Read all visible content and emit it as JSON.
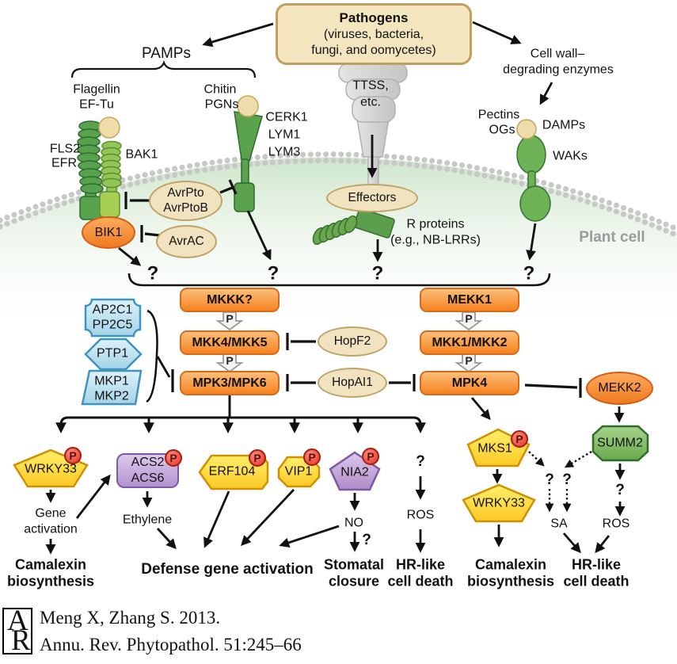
{
  "pathogens": {
    "title": "Pathogens",
    "sub1": "(viruses, bacteria,",
    "sub2": "fungi, and oomycetes)"
  },
  "labels": {
    "pamps": "PAMPs",
    "flagellin": "Flagellin",
    "eftu": "EF-Tu",
    "chitin": "Chitin",
    "pgns": "PGNs",
    "fls2": "FLS2",
    "efr": "EFR",
    "bak1": "BAK1",
    "cerk1": "CERK1",
    "lym1": "LYM1",
    "lym3": "LYM3",
    "cellwall1": "Cell wall–",
    "cellwall2": "degrading enzymes",
    "pectins": "Pectins",
    "ogs": "OGs",
    "damps": "DAMPs",
    "waks": "WAKs",
    "plant_cell": "Plant cell",
    "ttss1": "TTSS,",
    "ttss2": "etc.",
    "effectors": "Effectors",
    "rproteins1": "R proteins",
    "rproteins2": "(e.g., NB-LRRs)",
    "bik1": "BIK1",
    "avrpto1": "AvrPto",
    "avrpto2": "AvrPtoB",
    "avrac": "AvrAC",
    "hopf2": "HopF2",
    "hopai1": "HopAI1",
    "q": "?",
    "p": "P"
  },
  "kinases": {
    "mkkk": "MKKK?",
    "mkk45": "MKK4/MKK5",
    "mpk36": "MPK3/MPK6",
    "mekk1": "MEKK1",
    "mkk12": "MKK1/MKK2",
    "mpk4": "MPK4",
    "mekk2": "MEKK2",
    "summ2": "SUMM2",
    "mks1": "MKS1"
  },
  "phosphatases": {
    "ap2c1": "AP2C1",
    "pp2c5": "PP2C5",
    "ptp1": "PTP1",
    "mkp1": "MKP1",
    "mkp2": "MKP2"
  },
  "targets": {
    "wrky33": "WRKY33",
    "acs2": "ACS2",
    "acs6": "ACS6",
    "erf104": "ERF104",
    "vip1": "VIP1",
    "nia2": "NIA2"
  },
  "outcomes": {
    "gene": "Gene",
    "activation": "activation",
    "camalexin": "Camalexin",
    "biosynthesis": "biosynthesis",
    "ethylene": "Ethylene",
    "defense": "Defense gene activation",
    "no": "NO",
    "stomatal": "Stomatal",
    "closure": "closure",
    "ros": "ROS",
    "hr": "HR-like",
    "celldeath": "cell death",
    "sa": "SA"
  },
  "citation": {
    "logo_a": "A",
    "logo_r": "R",
    "line1": "Meng X, Zhang S. 2013.",
    "line2": "Annu. Rev. Phytopathol. 51:245–66"
  },
  "colors": {
    "orange": "#f5831f",
    "orange_border": "#da6a1b",
    "yellow": "#fbc926",
    "yellow_border": "#d09000",
    "purple": "#b493cf",
    "purple_border": "#7d59a6",
    "green_node": "#69a84b",
    "green_border": "#2f6d2f",
    "blue": "#a3d4e8",
    "blue_border": "#3f93bf",
    "tan": "#f1e3c0",
    "tan_border": "#c0a366",
    "badge_red": "#e83323",
    "membrane_gray": "#c8c8c8",
    "cell_fill": "#c7e2c3"
  }
}
